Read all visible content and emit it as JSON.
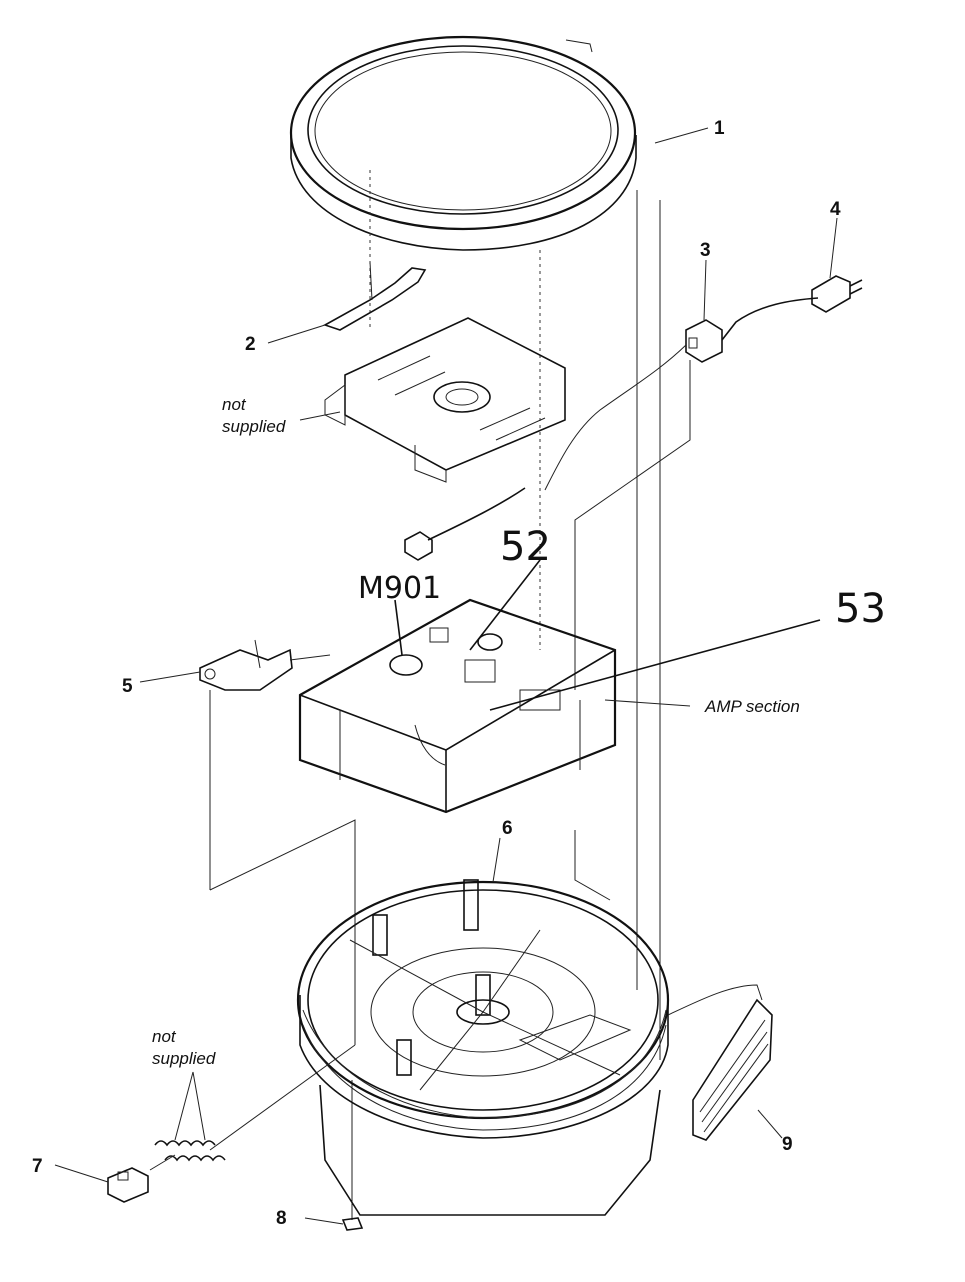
{
  "callouts": {
    "c1": "1",
    "c2": "2",
    "c3": "3",
    "c4": "4",
    "c5": "5",
    "c6": "6",
    "c7": "7",
    "c8": "8",
    "c9": "9"
  },
  "notes": {
    "not_supplied_top_1": "not",
    "not_supplied_top_2": "supplied",
    "not_supplied_bottom_1": "not",
    "not_supplied_bottom_2": "supplied",
    "amp_section": "AMP section"
  },
  "handwritten": {
    "m901": "M901",
    "h52": "52",
    "h53": "53"
  }
}
